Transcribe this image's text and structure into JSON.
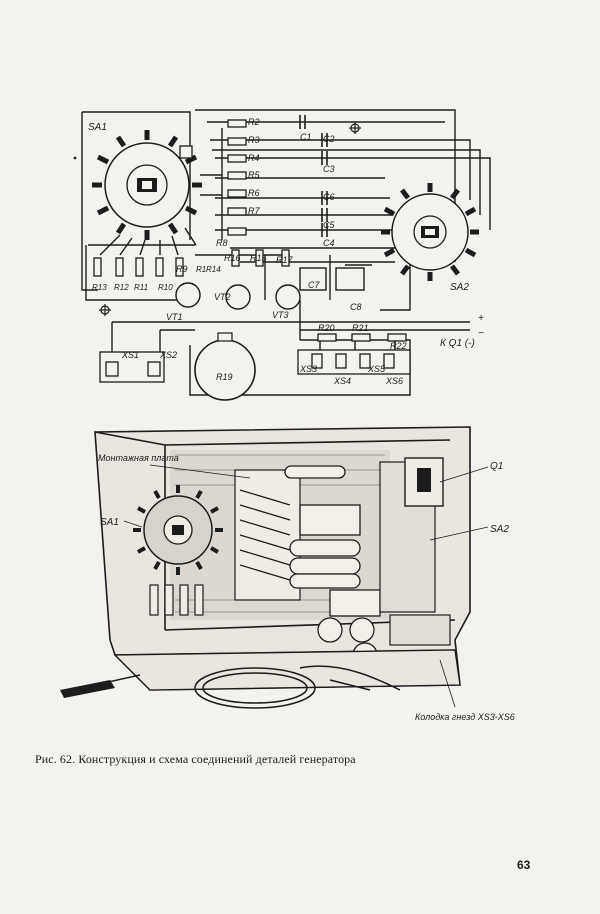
{
  "schematic": {
    "switches": {
      "sa1": "SA1",
      "sa2": "SA2"
    },
    "resistors": {
      "r2": "R2",
      "r3": "R3",
      "r4": "R4",
      "r5": "R5",
      "r6": "R6",
      "r7": "R7",
      "r8": "R8",
      "r9": "R9",
      "r10": "R10",
      "r11": "R11",
      "r12": "R12",
      "r13": "R13",
      "r14": "R14",
      "r15": "R15",
      "r16": "R16",
      "r17": "R17",
      "r1": "R1",
      "r19": "R19",
      "r20": "R20",
      "r21": "R21",
      "r22": "R22"
    },
    "capacitors": {
      "c1": "C1",
      "c2": "C2",
      "c3": "C3",
      "c4": "C4",
      "c5": "C5",
      "c6": "C6",
      "c7": "C7",
      "c8": "C8"
    },
    "transistors": {
      "vt1": "VT1",
      "vt2": "VT2",
      "vt3": "VT3"
    },
    "sockets": {
      "xs1": "XS1",
      "xs2": "XS2",
      "xs3": "XS3",
      "xs4": "XS4",
      "xs5": "XS5",
      "xs6": "XS6"
    },
    "power_label": "К Q1 (-)",
    "plus": "+",
    "minus": "−"
  },
  "photo": {
    "label_board": "Монтажная плата",
    "label_sa1": "SA1",
    "label_sa2": "SA2",
    "label_q1": "Q1",
    "label_block": "Колодка гнезд XS3-XS6"
  },
  "caption": "Рис. 62. Конструкция и схема соединений деталей генератора",
  "page_number": "63"
}
